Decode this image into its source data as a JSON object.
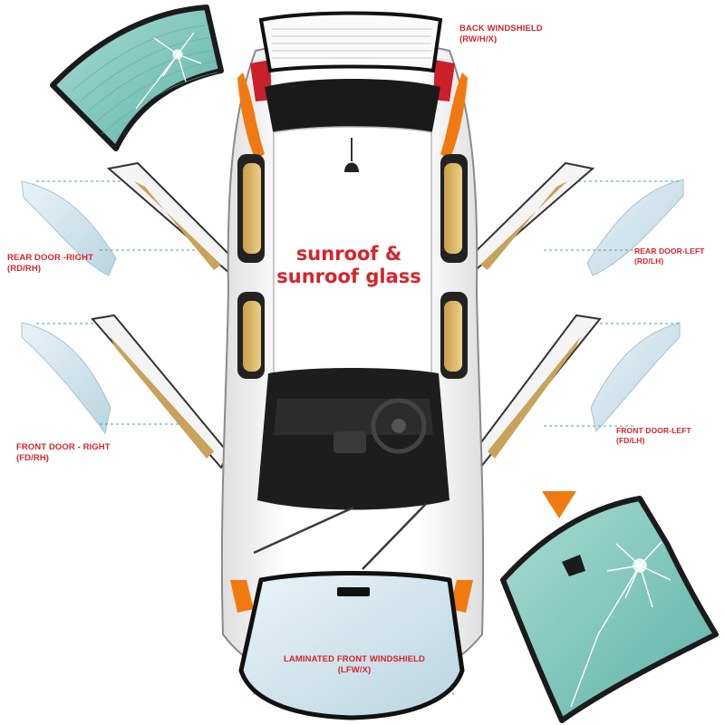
{
  "labels": {
    "back_windshield": "BACK  WINDSHIELD\n(RW/H/X)",
    "sunroof": "sunroof &\nsunroof glass",
    "rear_door_right": "REAR DOOR -RIGHT\n(RD/RH)",
    "rear_door_left": "REAR DOOR-LEFT\n(RD/LH)",
    "front_door_right": "FRONT DOOR - RIGHT\n(FD/RH)",
    "front_door_left": "FRONT DOOR-LEFT\n(FD/LH)",
    "front_windshield": "LAMINATED FRONT  WINDSHIELD\n(LFW/X)"
  },
  "colors": {
    "label_red": "#d8232a",
    "glass_teal": "#7fc9bd",
    "glass_light": "#cfe6ee",
    "car_body": "#f7f7f7",
    "accent_orange": "#f07a10"
  }
}
